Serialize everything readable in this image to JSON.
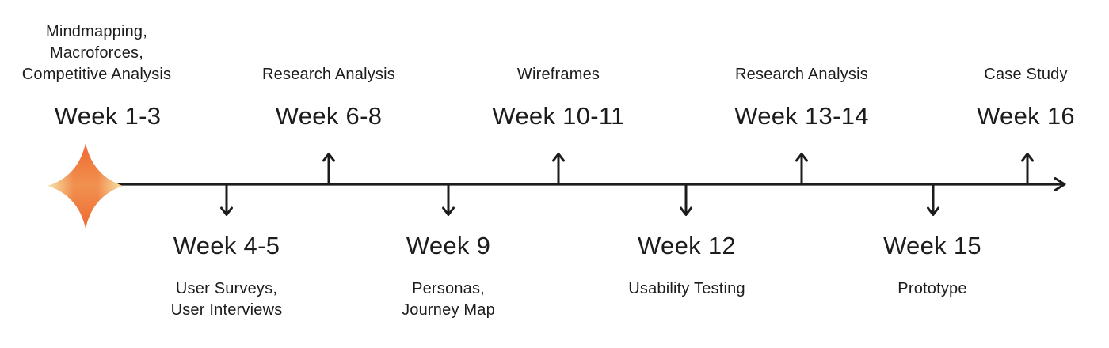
{
  "colors": {
    "line": "#1c1c1c",
    "text": "#1c1c1c",
    "star_core": "#f1914f",
    "star_vertical_tips": "#ed6a32",
    "star_horizontal_tips": "#f8e2aa"
  },
  "milestones": {
    "above": [
      {
        "week": "Week 1-3",
        "tasks": [
          "Mindmapping,",
          "Macroforces,",
          "Competitive Analysis"
        ]
      },
      {
        "week": "Week 6-8",
        "tasks": [
          "Research Analysis"
        ]
      },
      {
        "week": "Week 10-11",
        "tasks": [
          "Wireframes"
        ]
      },
      {
        "week": "Week 13-14",
        "tasks": [
          "Research Analysis"
        ]
      },
      {
        "week": "Week 16",
        "tasks": [
          "Case Study"
        ]
      }
    ],
    "below": [
      {
        "week": "Week 4-5",
        "tasks": [
          "User Surveys,",
          "User Interviews"
        ]
      },
      {
        "week": "Week 9",
        "tasks": [
          "Personas,",
          "Journey Map"
        ]
      },
      {
        "week": "Week 12",
        "tasks": [
          "Usability Testing"
        ]
      },
      {
        "week": "Week 15",
        "tasks": [
          "Prototype"
        ]
      }
    ]
  }
}
